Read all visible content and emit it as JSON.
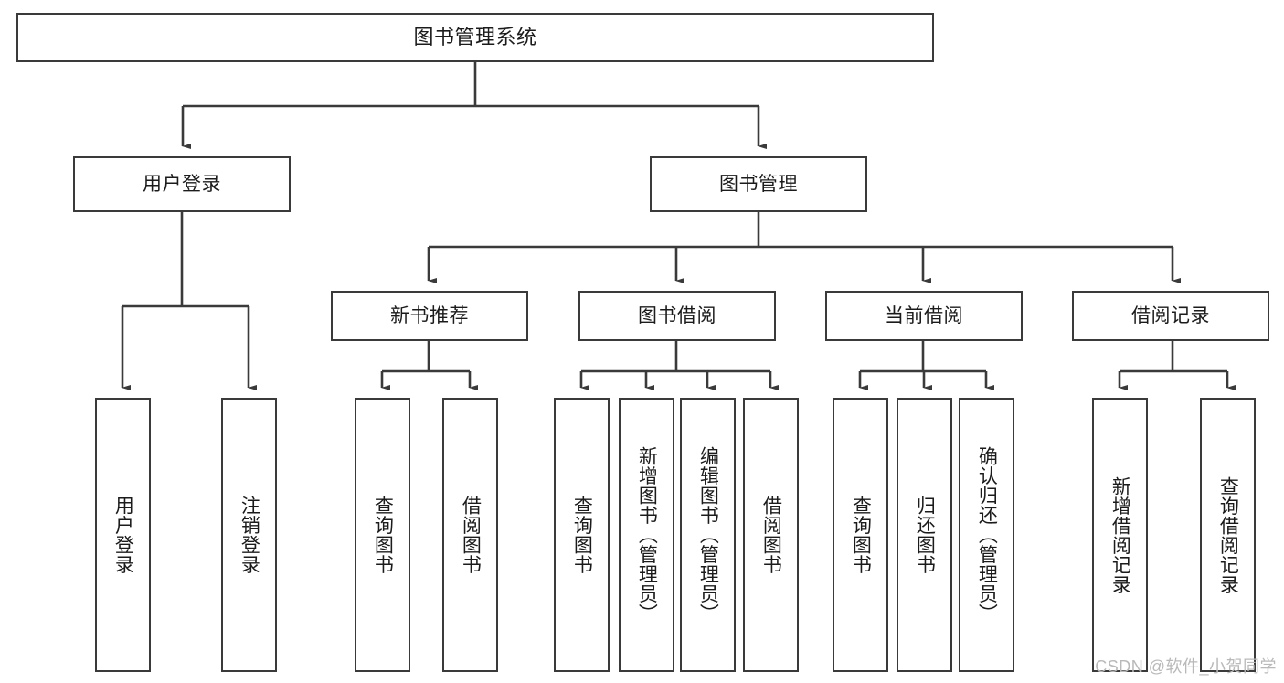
{
  "diagram": {
    "title": "图书管理系统",
    "type": "tree-hierarchy",
    "root": {
      "id": "root",
      "label": "图书管理系统"
    },
    "level2": [
      {
        "id": "user-login",
        "label": "用户登录"
      },
      {
        "id": "book-manage",
        "label": "图书管理"
      }
    ],
    "level3": [
      {
        "id": "new-book-recommend",
        "label": "新书推荐"
      },
      {
        "id": "book-borrow",
        "label": "图书借阅"
      },
      {
        "id": "current-borrow",
        "label": "当前借阅"
      },
      {
        "id": "borrow-record",
        "label": "借阅记录"
      }
    ],
    "leaves": {
      "user_login": [
        {
          "id": "leaf-user-login",
          "label": "用户登录"
        },
        {
          "id": "leaf-logout-login",
          "label": "注销登录"
        }
      ],
      "new_book_recommend": [
        {
          "id": "leaf-query-book-1",
          "label": "查询图书"
        },
        {
          "id": "leaf-borrow-book-1",
          "label": "借阅图书"
        }
      ],
      "book_borrow": [
        {
          "id": "leaf-query-book-2",
          "label": "查询图书"
        },
        {
          "id": "leaf-add-book",
          "label": "新增图书（管理员）"
        },
        {
          "id": "leaf-edit-book",
          "label": "编辑图书（管理员）"
        },
        {
          "id": "leaf-borrow-book-2",
          "label": "借阅图书"
        }
      ],
      "current_borrow": [
        {
          "id": "leaf-query-book-3",
          "label": "查询图书"
        },
        {
          "id": "leaf-return-book",
          "label": "归还图书"
        },
        {
          "id": "leaf-confirm-return",
          "label": "确认归还（管理员）"
        }
      ],
      "borrow_record": [
        {
          "id": "leaf-add-record",
          "label": "新增借阅记录"
        },
        {
          "id": "leaf-query-record",
          "label": "查询借阅记录"
        }
      ]
    }
  },
  "watermark": {
    "text": "CSDN @软件_小贺同学"
  },
  "colors": {
    "stroke": "#3a3a3a",
    "fill": "#ffffff",
    "text": "#1b1b1b",
    "watermark": "#b9b9b9"
  }
}
